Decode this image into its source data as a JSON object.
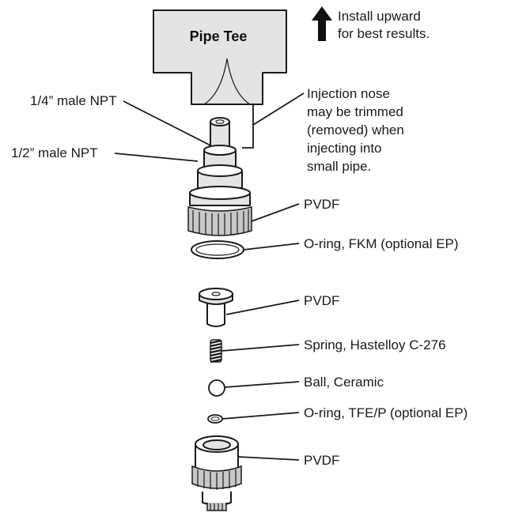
{
  "pipe_tee": {
    "label": "Pipe Tee"
  },
  "install_note": {
    "line1": "Install upward",
    "line2": "for best results."
  },
  "thread_labels": {
    "quarter": "1/4” male NPT",
    "half": "1/2” male NPT"
  },
  "injection_note": {
    "lines": [
      "Injection nose",
      "may be trimmed",
      "(removed) when",
      "injecting into",
      "small pipe."
    ]
  },
  "parts": [
    {
      "label": "PVDF"
    },
    {
      "label": "O-ring, FKM (optional EP)"
    },
    {
      "label": "PVDF"
    },
    {
      "label": "Spring, Hastelloy C-276"
    },
    {
      "label": "Ball, Ceramic"
    },
    {
      "label": "O-ring, TFE/P (optional EP)"
    },
    {
      "label": "PVDF"
    }
  ]
}
